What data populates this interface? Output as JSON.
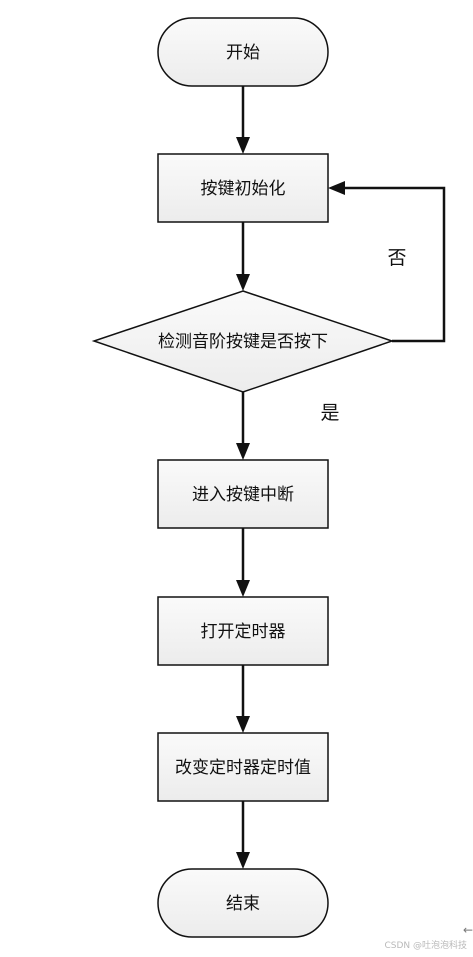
{
  "flowchart": {
    "start": "开始",
    "init": "按键初始化",
    "decision": "检测音阶按键是否按下",
    "no_label": "否",
    "yes_label": "是",
    "interrupt": "进入按键中断",
    "open_timer": "打开定时器",
    "change_timer": "改变定时器定时值",
    "end": "结束"
  },
  "watermark": "CSDN @吐泡泡科技",
  "colors": {
    "node_fill": "#f3f3f3",
    "stroke": "#111111"
  }
}
